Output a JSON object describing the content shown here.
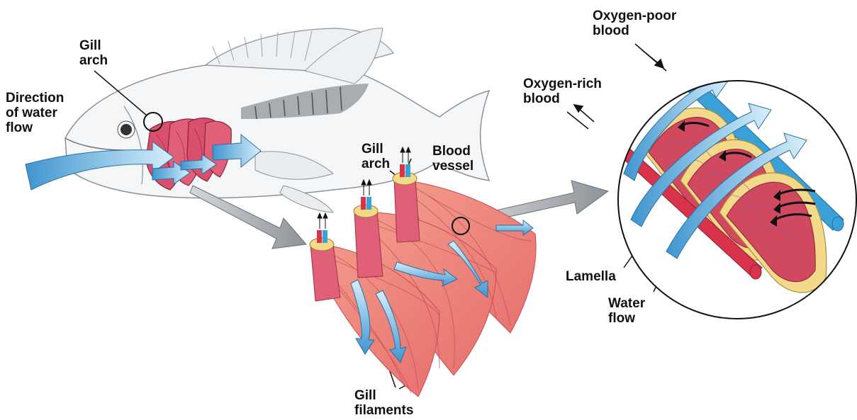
{
  "labels": {
    "gill_arch_fish": [
      "Gill",
      "arch"
    ],
    "direction_of_water_flow": [
      "Direction",
      "of water",
      "flow"
    ],
    "gill_arch_detail": [
      "Gill",
      "arch"
    ],
    "blood_vessel": [
      "Blood",
      "vessel"
    ],
    "gill_filaments": [
      "Gill",
      "filaments"
    ],
    "oxygen_poor_blood": [
      "Oxygen-poor",
      "blood"
    ],
    "oxygen_rich_blood": [
      "Oxygen-rich",
      "blood"
    ],
    "lamella": [
      "Lamella"
    ],
    "water_flow": [
      "Water",
      "flow"
    ]
  },
  "colors": {
    "water_arrow": "#5aa8d8",
    "water_arrow_light": "#cfe9f8",
    "gill_tissue": "#e0607a",
    "filament": "#e88a80",
    "filament_line": "#c84a55",
    "oxygen_rich_vessel": "#d8334a",
    "oxygen_poor_vessel": "#3aa0d8",
    "cartilage": "#f3d98a",
    "pointer_arrow": "#9aa0a6",
    "leader_line": "#111111"
  }
}
